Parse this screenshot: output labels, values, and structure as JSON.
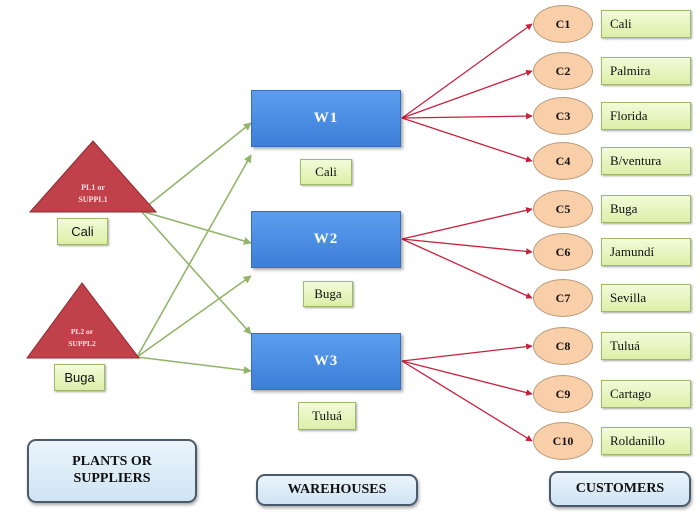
{
  "title": "Supply chain network: plants/suppliers, warehouses and customers",
  "colors": {
    "plant": "#c0414a",
    "warehouse": "#4a8de3",
    "customer": "#f9cfa9",
    "label_box": "#e6f5bd",
    "plant_to_warehouse_edge": "#93b56a",
    "warehouse_to_customer_edge": "#c8203c",
    "legend_box": "#dbeaf6"
  },
  "plants": [
    {
      "id": "PL1",
      "line1": "PL1 or",
      "line2": "SUPPL1",
      "city": "Cali"
    },
    {
      "id": "PL2",
      "line1": "PL2 or",
      "line2": "SUPPL2",
      "city": "Buga"
    }
  ],
  "warehouses": [
    {
      "id": "W1",
      "label": "W1",
      "city": "Cali"
    },
    {
      "id": "W2",
      "label": "W2",
      "city": "Buga"
    },
    {
      "id": "W3",
      "label": "W3",
      "city": "Tuluá"
    }
  ],
  "customers": [
    {
      "id": "C1",
      "label": "C1",
      "city": "Cali",
      "warehouse": "W1"
    },
    {
      "id": "C2",
      "label": "C2",
      "city": "Palmira",
      "warehouse": "W1"
    },
    {
      "id": "C3",
      "label": "C3",
      "city": "Florida",
      "warehouse": "W1"
    },
    {
      "id": "C4",
      "label": "C4",
      "city": "B/ventura",
      "warehouse": "W1"
    },
    {
      "id": "C5",
      "label": "C5",
      "city": "Buga",
      "warehouse": "W2"
    },
    {
      "id": "C6",
      "label": "C6",
      "city": "Jamundí",
      "warehouse": "W2"
    },
    {
      "id": "C7",
      "label": "C7",
      "city": "Sevilla",
      "warehouse": "W2"
    },
    {
      "id": "C8",
      "label": "C8",
      "city": "Tuluá",
      "warehouse": "W3"
    },
    {
      "id": "C9",
      "label": "C9",
      "city": "Cartago",
      "warehouse": "W3"
    },
    {
      "id": "C10",
      "label": "C10",
      "city": "Roldanillo",
      "warehouse": "W3"
    }
  ],
  "plant_edges": [
    {
      "from": "PL1",
      "to": "W1"
    },
    {
      "from": "PL1",
      "to": "W2"
    },
    {
      "from": "PL1",
      "to": "W3"
    },
    {
      "from": "PL2",
      "to": "W1"
    },
    {
      "from": "PL2",
      "to": "W2"
    },
    {
      "from": "PL2",
      "to": "W3"
    }
  ],
  "legend": {
    "plants_line1": "PLANTS OR",
    "plants_line2": "SUPPLIERS",
    "warehouses": "WAREHOUSES",
    "customers": "CUSTOMERS"
  }
}
